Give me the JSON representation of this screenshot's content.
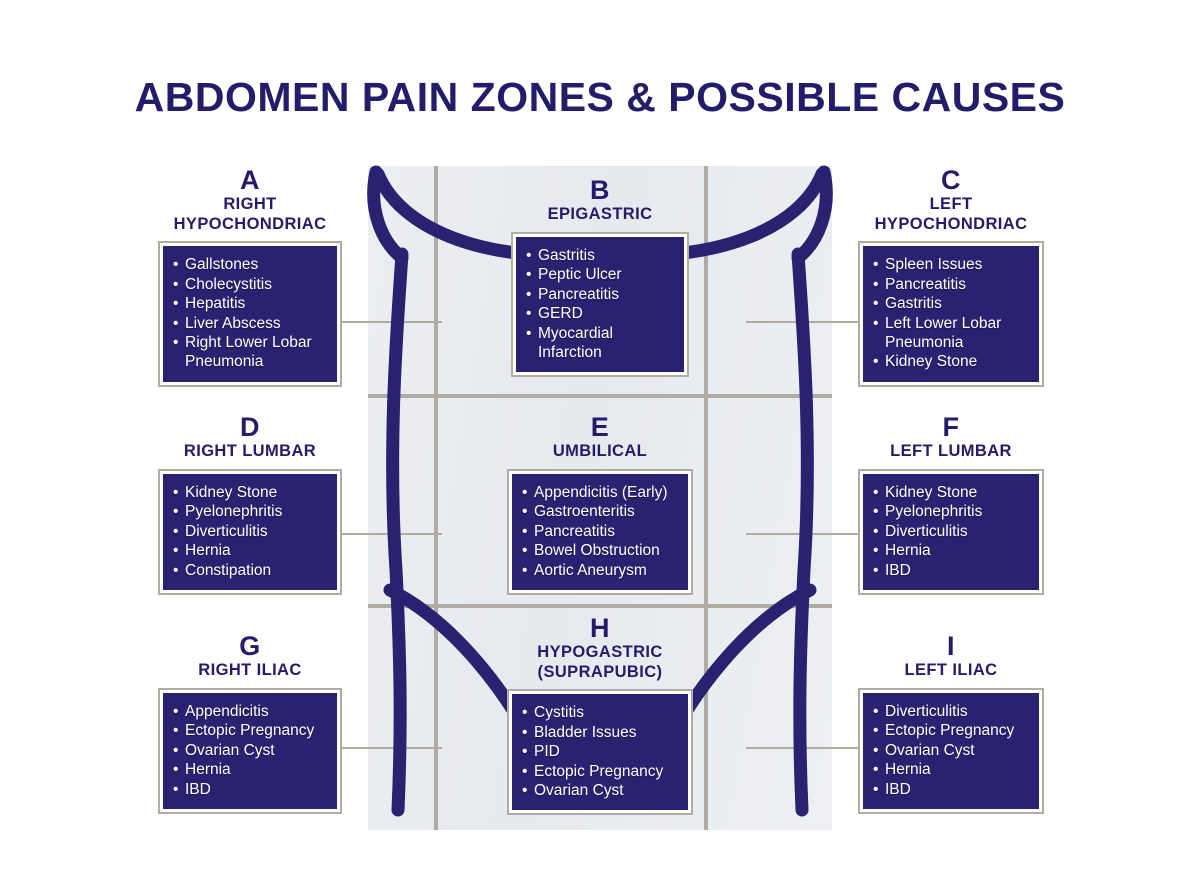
{
  "title": "ABDOMEN PAIN ZONES & POSSIBLE CAUSES",
  "colors": {
    "navy": "#2a2171",
    "title_navy": "#241c6b",
    "frame_gray": "#b0aba3",
    "panel_gray": "#e9ecf0",
    "background": "#ffffff",
    "text_white": "#ffffff"
  },
  "zones": [
    {
      "letter": "A",
      "name": "RIGHT\nHYPOCHONDRIAC",
      "causes": [
        "Gallstones",
        "Cholecystitis",
        "Hepatitis",
        "Liver Abscess",
        "Right Lower Lobar"
      ],
      "continuation": "Pneumonia"
    },
    {
      "letter": "B",
      "name": "EPIGASTRIC",
      "causes": [
        "Gastritis",
        "Peptic Ulcer",
        "Pancreatitis",
        "GERD",
        "Myocardial"
      ],
      "continuation": "Infarction"
    },
    {
      "letter": "C",
      "name": "LEFT\nHYPOCHONDRIAC",
      "causes": [
        "Spleen Issues",
        "Pancreatitis",
        "Gastritis",
        "Left Lower Lobar"
      ],
      "continuation": "Pneumonia",
      "causes_after": [
        "Kidney Stone"
      ]
    },
    {
      "letter": "D",
      "name": "RIGHT LUMBAR",
      "causes": [
        "Kidney Stone",
        "Pyelonephritis",
        "Diverticulitis",
        "Hernia",
        "Constipation"
      ],
      "continuation": ""
    },
    {
      "letter": "E",
      "name": "UMBILICAL",
      "causes": [
        "Appendicitis (Early)",
        "Gastroenteritis",
        "Pancreatitis",
        "Bowel Obstruction",
        "Aortic Aneurysm"
      ],
      "continuation": ""
    },
    {
      "letter": "F",
      "name": "LEFT LUMBAR",
      "causes": [
        "Kidney Stone",
        "Pyelonephritis",
        "Diverticulitis",
        "Hernia",
        "IBD"
      ],
      "continuation": ""
    },
    {
      "letter": "G",
      "name": "RIGHT ILIAC",
      "causes": [
        "Appendicitis",
        "Ectopic Pregnancy",
        "Ovarian Cyst",
        "Hernia",
        "IBD"
      ],
      "continuation": ""
    },
    {
      "letter": "H",
      "name": "HYPOGASTRIC\n(SUPRAPUBIC)",
      "causes": [
        "Cystitis",
        "Bladder Issues",
        "PID",
        "Ectopic Pregnancy",
        "Ovarian Cyst"
      ],
      "continuation": ""
    },
    {
      "letter": "I",
      "name": "LEFT ILIAC",
      "causes": [
        "Diverticulitis",
        "Ectopic Pregnancy",
        "Ovarian Cyst",
        "Hernia",
        "IBD"
      ],
      "continuation": ""
    }
  ]
}
